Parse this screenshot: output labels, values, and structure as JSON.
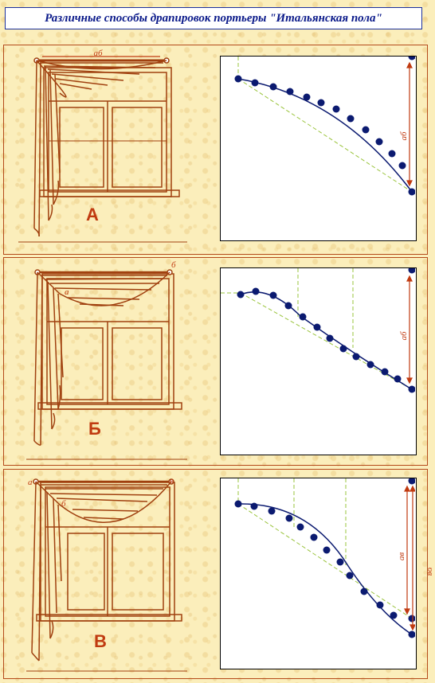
{
  "title": "Различные способы драпировок портьеры \"Итальянская пола\"",
  "colors": {
    "background": "#fbeebb",
    "frame": "#b44a1a",
    "drawing": "#a0400f",
    "curve": "#0b1a70",
    "guide": "#9ac43c",
    "dimension": "#c03a10"
  },
  "panels": [
    {
      "letter": "А",
      "drawing_labels": {
        "top": "аб"
      },
      "scheme_labels": {
        "dim": "аб"
      }
    },
    {
      "letter": "Б",
      "drawing_labels": {
        "a": "а",
        "b": "б"
      },
      "scheme_labels": {
        "dim": "аб"
      }
    },
    {
      "letter": "В",
      "drawing_labels": {
        "a": "а",
        "b": "б",
        "v": "в"
      },
      "scheme_labels": {
        "dim1": "ав",
        "dim2": "бв"
      }
    }
  ]
}
